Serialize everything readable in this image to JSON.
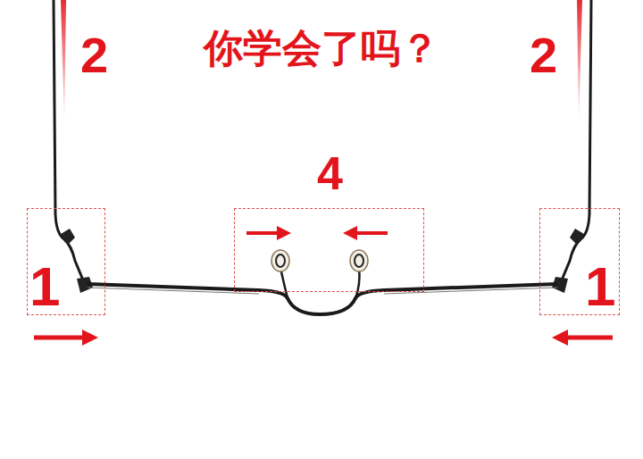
{
  "diagram": {
    "title": "你学会了吗？",
    "nodes": [
      {
        "text": [
          "1"
        ]
      },
      {
        "text": [
          "4"
        ]
      },
      {
        "text": [
          "1"
        ]
      }
    ],
    "labels": [
      "2",
      "2"
    ]
  }
}
